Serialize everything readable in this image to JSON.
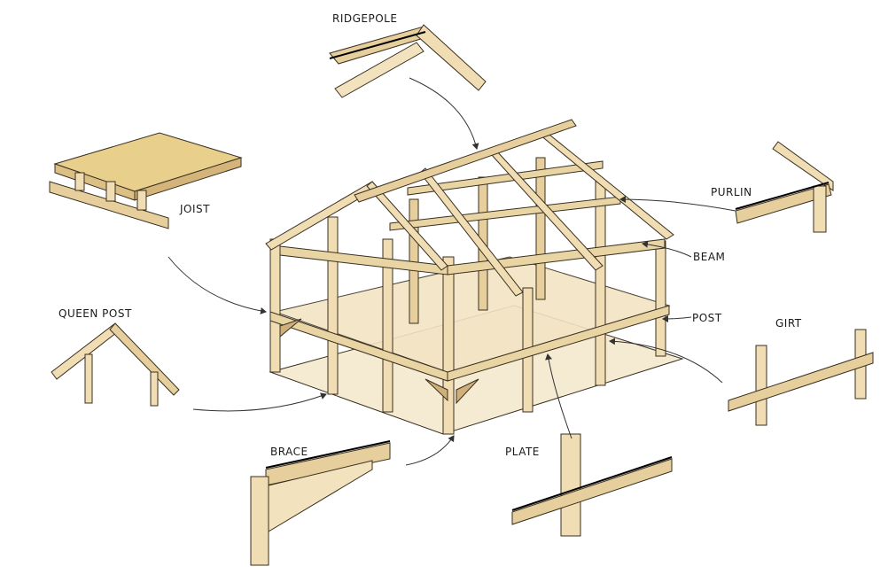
{
  "labels": {
    "ridgepole": "RIDGEPOLE",
    "joist": "JOIST",
    "purlin": "PURLIN",
    "beam": "BEAM",
    "post": "POST",
    "girt": "GIRT",
    "queen_post": "QUEEN POST",
    "brace": "BRACE",
    "plate": "PLATE"
  },
  "colors": {
    "wood_light": "#f2e2bd",
    "wood_mid": "#e6cf9c",
    "wood_dark": "#cfb07a",
    "floor": "#f5ead2",
    "outline": "#3a3020",
    "arrow": "#333333"
  }
}
